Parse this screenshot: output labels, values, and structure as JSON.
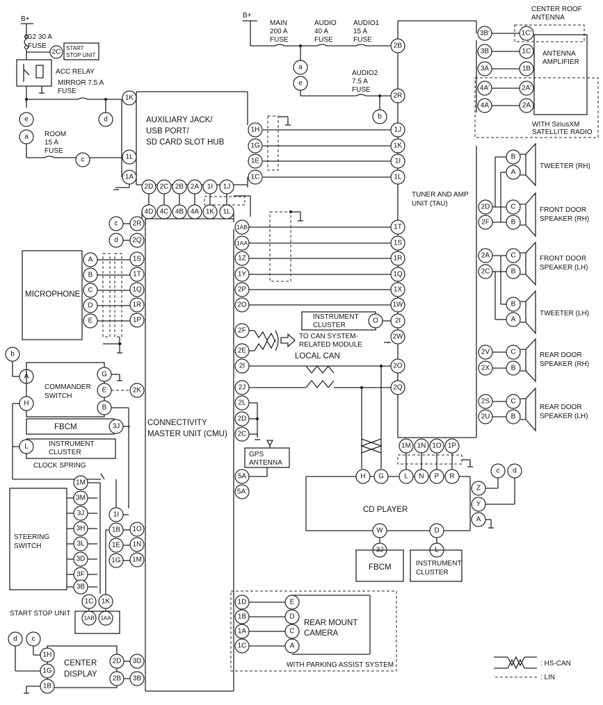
{
  "supply": {
    "bplus": "B+",
    "fuses": [
      {
        "l1": "IG2 30 A",
        "l2": "FUSE"
      },
      {
        "l1": "MIRROR 7.5 A",
        "l2": "FUSE"
      },
      {
        "l1": "ROOM",
        "l2": "15 A",
        "l3": "FUSE"
      },
      {
        "l1": "MAIN",
        "l2": "200 A",
        "l3": "FUSE"
      },
      {
        "l1": "AUDIO",
        "l2": "40 A",
        "l3": "FUSE"
      },
      {
        "l1": "AUDIO1",
        "l2": "15 A",
        "l3": "FUSE"
      },
      {
        "l1": "AUDIO2",
        "l2": "7.5 A",
        "l3": "FUSE"
      }
    ],
    "acc_relay": "ACC RELAY",
    "start_stop_small": [
      "START",
      "STOP UNIT"
    ]
  },
  "components": {
    "aux_hub": [
      "AUXILIARY JACK/",
      "USB PORT/",
      "SD CARD SLOT HUB"
    ],
    "tau": [
      "TUNER AND AMP",
      "UNIT (TAU)"
    ],
    "cmu": [
      "CONNECTIVITY",
      "MASTER UNIT (CMU)"
    ],
    "microphone": "MICROPHONE",
    "commander": [
      "COMMANDER",
      "SWITCH"
    ],
    "fbcm": "FBCM",
    "instrument_cluster": [
      "INSTRUMENT",
      "CLUSTER"
    ],
    "clock_spring": "CLOCK SPRING",
    "steering_switch": [
      "STEERING",
      "SWITCH"
    ],
    "start_stop_unit": "START STOP UNIT",
    "center_display": [
      "CENTER",
      "DISPLAY"
    ],
    "gps_antenna": [
      "GPS",
      "ANTENNA"
    ],
    "rear_camera": [
      "REAR MOUNT",
      "CAMERA"
    ],
    "parking_assist": "WITH PARKING ASSIST SYSTEM",
    "cd_player": "CD PLAYER",
    "can_note": [
      "TO CAN SYSTEM-",
      "RELATED MODULE"
    ],
    "local_can": "LOCAL CAN",
    "roof_antenna": [
      "CENTER ROOF",
      "ANTENNA"
    ],
    "antenna_amp": [
      "ANTENNA",
      "AMPLIFIER"
    ],
    "sirius": [
      "WITH  SiriusXM",
      "SATELLITE RADIO"
    ],
    "speakers": {
      "tweeter_rh": "TWEETER (RH)",
      "front_rh": [
        "FRONT DOOR",
        "SPEAKER (RH)"
      ],
      "front_lh": [
        "FRONT DOOR",
        "SPEAKER (LH)"
      ],
      "tweeter_lh": "TWEETER (LH)",
      "rear_rh": [
        "REAR DOOR",
        "SPEAKER (RH)"
      ],
      "rear_lh": [
        "REAR DOOR",
        "SPEAKER (LH)"
      ]
    }
  },
  "legend": {
    "hs_can": ": HS-CAN",
    "lin": ": LIN"
  },
  "pins": {
    "a": "a",
    "b": "b",
    "c": "c",
    "d": "d",
    "e": "e",
    "p2C": "2C",
    "p1K": "1K",
    "p1L": "1L",
    "p1A": "1A",
    "p1H": "1H",
    "p1G": "1G",
    "p1E": "1E",
    "p1C": "1C",
    "p2D": "2D",
    "p2C2": "2C",
    "p2B": "2B",
    "p2A": "2A",
    "p1I": "1I",
    "p1J": "1J",
    "p4D": "4D",
    "p4C": "4C",
    "p4B": "4B",
    "p4A": "4A",
    "p1K2": "1K",
    "p1L2": "1L",
    "p2R": "2R",
    "p2Q": "2Q",
    "p1S": "1S",
    "p1T": "1T",
    "p1Q": "1Q",
    "p1R": "1R",
    "p1P": "1P",
    "p2K": "2K",
    "p3J": "3J",
    "p1I2": "1I",
    "p1O": "1O",
    "p1N": "1N",
    "p1M": "1M",
    "p2D2": "2D",
    "p3D": "3D",
    "p2B2": "2B",
    "p3B": "3B",
    "mA": "A",
    "mB": "B",
    "mC": "C",
    "mD": "D",
    "mE": "E",
    "cA": "A",
    "cH": "H",
    "cG": "G",
    "cE": "E",
    "cB": "B",
    "iL": "L",
    "s1M": "1M",
    "s3M": "3M",
    "s3J": "3J",
    "s3H": "3H",
    "s3L": "3L",
    "s3D": "3D",
    "s3F": "3F",
    "s3B": "3B",
    "s1B": "1B",
    "s1E": "1E",
    "s1G": "1G",
    "s1C": "1C",
    "s1K": "1K",
    "u1AB": "1AB",
    "u1AA": "1AA",
    "d1H": "1H",
    "d1G": "1G",
    "d1B": "1B",
    "t2B": "2B",
    "t2R": "2R",
    "t1J": "1J",
    "t1K": "1K",
    "t1I": "1I",
    "t1L": "1L",
    "t1T": "1T",
    "t1S": "1S",
    "t1R": "1R",
    "t1Q": "1Q",
    "t1X": "1X",
    "t1W": "1W",
    "t2I": "2I",
    "t2W": "2W",
    "t2O": "2O",
    "t2Q": "2Q",
    "t1M": "1M",
    "t1N": "1N",
    "t1O": "1O",
    "t1P": "1P",
    "k1AB": "1AB",
    "k1AA": "1AA",
    "k1Z": "1Z",
    "k1Y": "1Y",
    "k2P": "2P",
    "k2O": "2O",
    "k2F": "2F",
    "k2E": "2E",
    "k2I": "2I",
    "k2J": "2J",
    "k2L": "2L",
    "k2D": "2D",
    "k2C": "2C",
    "k5A": "5A",
    "k5A2": "5A'",
    "icO": "O",
    "r1D": "1D",
    "r1B": "1B",
    "r1A": "1A",
    "r1C": "1C",
    "rE": "E",
    "rD": "D",
    "rC": "C",
    "rA": "A",
    "cdH": "H",
    "cdG": "G",
    "cdL": "L",
    "cdN": "N",
    "cdP": "P",
    "cdR": "R",
    "cdZ": "Z",
    "cdY": "Y",
    "cdA": "A",
    "cdW": "W",
    "cdD": "D",
    "f3J": "3J",
    "fL": "L",
    "a3B2": "3B'",
    "a3B": "3B",
    "a3A": "3A",
    "a4A2": "4A'",
    "a4A": "4A",
    "n1C2": "1C'",
    "n1C": "1C",
    "n1B": "1B",
    "n2A2": "2A'",
    "n2A": "2A",
    "sp2D": "2D",
    "sp2F": "2F",
    "sp2A": "2A",
    "sp2C": "2C",
    "sp2V": "2V",
    "sp2X": "2X",
    "sp2S": "2S",
    "sp2U": "2U",
    "tB": "B",
    "tA": "A",
    "fC": "C",
    "fB": "B"
  }
}
